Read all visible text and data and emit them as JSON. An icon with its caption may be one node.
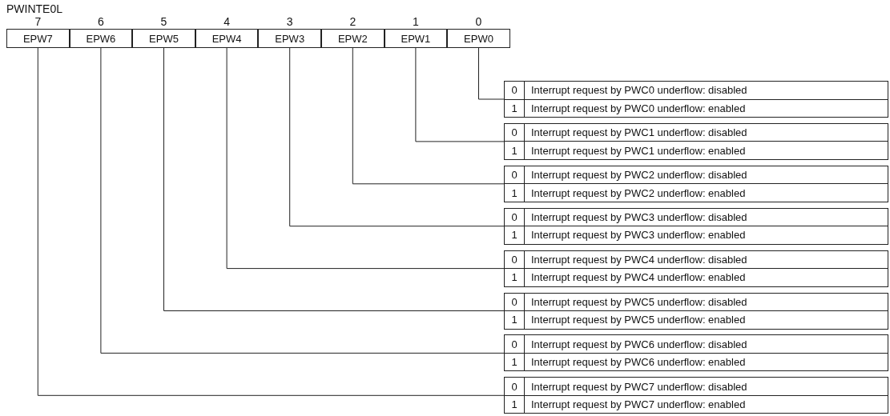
{
  "diagram": {
    "title": "PWINTE0L",
    "nodes": [
      {
        "text": [
          "EPW7"
        ]
      },
      {
        "text": [
          "EPW6"
        ]
      },
      {
        "text": [
          "EPW5"
        ]
      },
      {
        "text": [
          "EPW4"
        ]
      },
      {
        "text": [
          "EPW3"
        ]
      },
      {
        "text": [
          "EPW2"
        ]
      },
      {
        "text": [
          "EPW1"
        ]
      },
      {
        "text": [
          "EPW0"
        ]
      },
      {
        "text": [],
        "shape": "box"
      },
      {
        "text": [
          "0",
          "Interrupt request by PWC0 underflow: disabled"
        ],
        "in": 8
      },
      {
        "text": [
          "1",
          "Interrupt request by PWC0 underflow: enabled"
        ],
        "in": 8
      },
      {
        "text": [],
        "shape": "box"
      },
      {
        "text": [
          "0",
          "Interrupt request by PWC1 underflow: disabled"
        ],
        "in": 11
      },
      {
        "text": [
          "1",
          "Interrupt request by PWC1 underflow: enabled"
        ],
        "in": 11
      },
      {
        "text": [],
        "shape": "box"
      },
      {
        "text": [
          "0",
          "Interrupt request by PWC2 underflow: disabled"
        ],
        "in": 14
      },
      {
        "text": [
          "1",
          "Interrupt request by PWC2 underflow: enabled"
        ],
        "in": 14
      },
      {
        "text": [],
        "shape": "box"
      },
      {
        "text": [
          "0",
          "Interrupt request by PWC3 underflow: disabled"
        ],
        "in": 17
      },
      {
        "text": [
          "1",
          "Interrupt request by PWC3 underflow: enabled"
        ],
        "in": 17
      },
      {
        "text": [],
        "shape": "box"
      },
      {
        "text": [
          "0",
          "Interrupt request by PWC4 underflow: disabled"
        ],
        "in": 20
      },
      {
        "text": [
          "1",
          "Interrupt request by PWC4 underflow: enabled"
        ],
        "in": 20
      },
      {
        "text": [],
        "shape": "box"
      },
      {
        "text": [
          "0",
          "Interrupt request by PWC5 underflow: disabled"
        ],
        "in": 23
      },
      {
        "text": [
          "1",
          "Interrupt request by PWC5 underflow: enabled"
        ],
        "in": 23
      },
      {
        "text": [],
        "shape": "box"
      },
      {
        "text": [
          "0",
          "Interrupt request by PWC6 underflow: disabled"
        ],
        "in": 26
      },
      {
        "text": [
          "1",
          "Interrupt request by PWC6 underflow: enabled"
        ],
        "in": 26
      },
      {
        "text": [],
        "shape": "box"
      },
      {
        "text": [
          "0",
          "Interrupt request by PWC7 underflow: disabled"
        ],
        "in": 29
      },
      {
        "text": [
          "1",
          "Interrupt request by PWC7 underflow: enabled"
        ],
        "in": 29
      }
    ],
    "edges": [
      {
        "from": 7,
        "to": 8,
        "arrow": "none"
      },
      {
        "from": 6,
        "to": 11,
        "arrow": "none"
      },
      {
        "from": 5,
        "to": 14,
        "arrow": "none"
      },
      {
        "from": 4,
        "to": 17,
        "arrow": "none"
      },
      {
        "from": 3,
        "to": 20,
        "arrow": "none"
      },
      {
        "from": 2,
        "to": 23,
        "arrow": "none"
      },
      {
        "from": 1,
        "to": 26,
        "arrow": "none"
      },
      {
        "from": 0,
        "to": 29,
        "arrow": "none"
      }
    ],
    "labels": [
      "7",
      "6",
      "5",
      "4",
      "3",
      "2",
      "1",
      "0"
    ]
  }
}
